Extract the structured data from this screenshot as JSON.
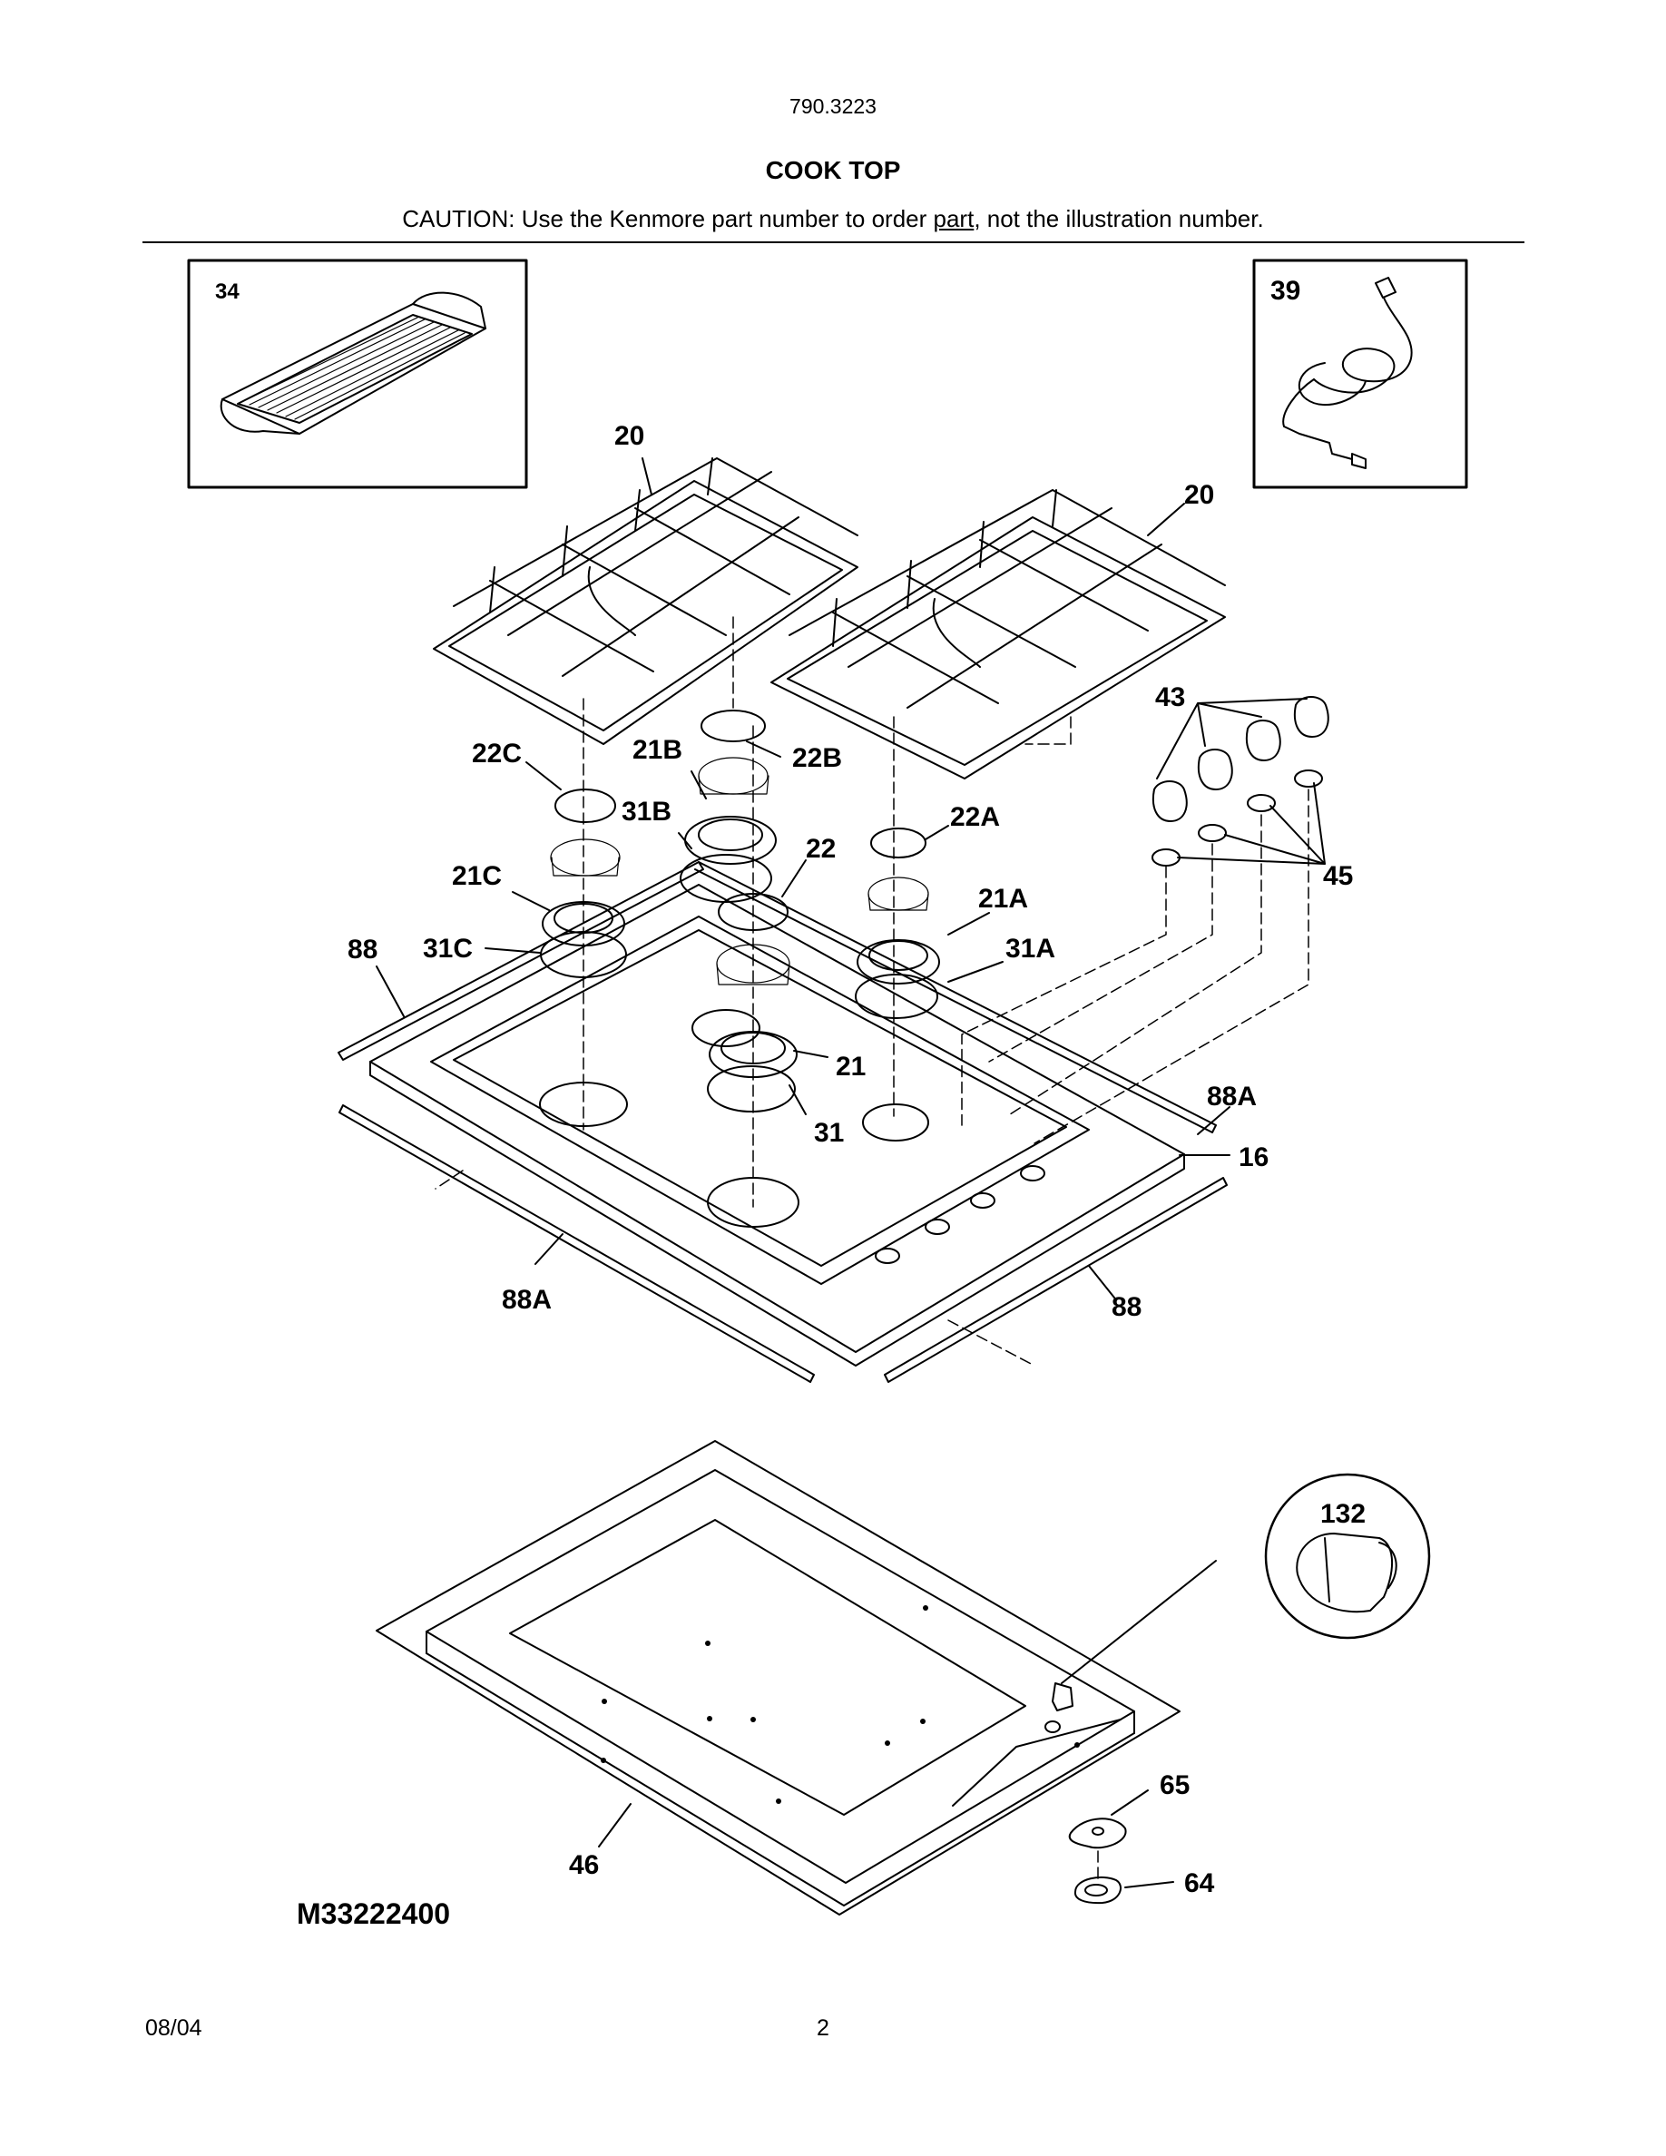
{
  "header": {
    "model_number": "790.3223",
    "section_title": "COOK TOP",
    "caution": {
      "before": "CAUTION: Use the Kenmore part number to order ",
      "underlined": "part",
      "after": ", not the illustration number."
    }
  },
  "callouts": {
    "griddle": "34",
    "power_cord": "39",
    "grate_left": "20",
    "grate_right": "20",
    "cap_22c": "22C",
    "head_21b": "21B",
    "cap_22b": "22B",
    "ring_31b": "31B",
    "cap_22a": "22A",
    "cap_22": "22",
    "head_21c": "21C",
    "head_21a": "21A",
    "trim_88_left": "88",
    "ring_31c": "31C",
    "ring_31a": "31A",
    "knobs": "43",
    "bezels": "45",
    "head_21": "21",
    "trim_88a_right": "88A",
    "ring_31": "31",
    "cooktop": "16",
    "trim_88a_front": "88A",
    "trim_88_front": "88",
    "spark_module": "132",
    "washer": "65",
    "bracket": "64",
    "burner_box": "46"
  },
  "diagram_code": "M33222400",
  "footer": {
    "date": "08/04",
    "page_number": "2"
  }
}
